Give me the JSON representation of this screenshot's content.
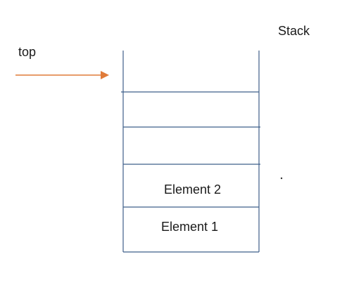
{
  "diagram": {
    "title": "Stack",
    "pointer_label": "top",
    "elements": [
      "Element 2",
      "Element 1"
    ],
    "colors": {
      "stack_lines": "#3f5f8a",
      "arrow": "#e07b39",
      "text": "#1a1a1a"
    }
  }
}
